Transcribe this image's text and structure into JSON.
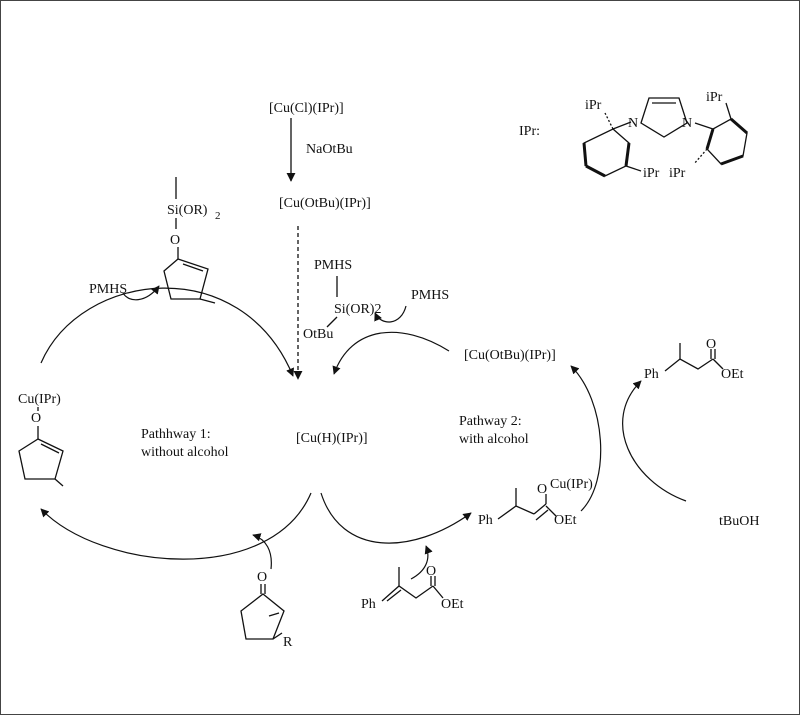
{
  "catalyst": {
    "precursor": "[Cu(Cl)(IPr)]",
    "base": "NaOtBu",
    "alkoxide": "[Cu(OtBu)(IPr)]",
    "hydride": "[Cu(H)(IPr)]"
  },
  "pathway1": {
    "title": "Pathhway 1:",
    "subtitle": "without alcohol",
    "reductant": "PMHS",
    "intermediate_label": "Cu(IPr)",
    "intermediate_o": "O",
    "product_si": "Si(OR)",
    "product_si_sub": "2",
    "product_o": "O",
    "substrate_o": "O",
    "substrate_r": "R"
  },
  "pathway2": {
    "title": "Pathway 2:",
    "subtitle": "with alcohol",
    "reductant": "PMHS",
    "regenerated": "[Cu(OtBu)(IPr)]",
    "byproduct_top": "PMHS",
    "byproduct_si": "Si(OR)2",
    "byproduct_otbu": "OtBu",
    "enolate_cu": "Cu(IPr)",
    "enolate_o": "O",
    "enolate_ph": "Ph",
    "enolate_oet": "OEt",
    "substrate_ph": "Ph",
    "substrate_o": "O",
    "substrate_oet": "OEt",
    "alcohol": "tBuOH",
    "product_ph": "Ph",
    "product_o": "O",
    "product_oet": "OEt"
  },
  "ligand": {
    "label": "IPr:",
    "ipr_tl": "iPr",
    "ipr_tr": "iPr",
    "ipr_bl": "iPr",
    "ipr_br": "iPr",
    "n_left": "N",
    "n_right": "N"
  }
}
